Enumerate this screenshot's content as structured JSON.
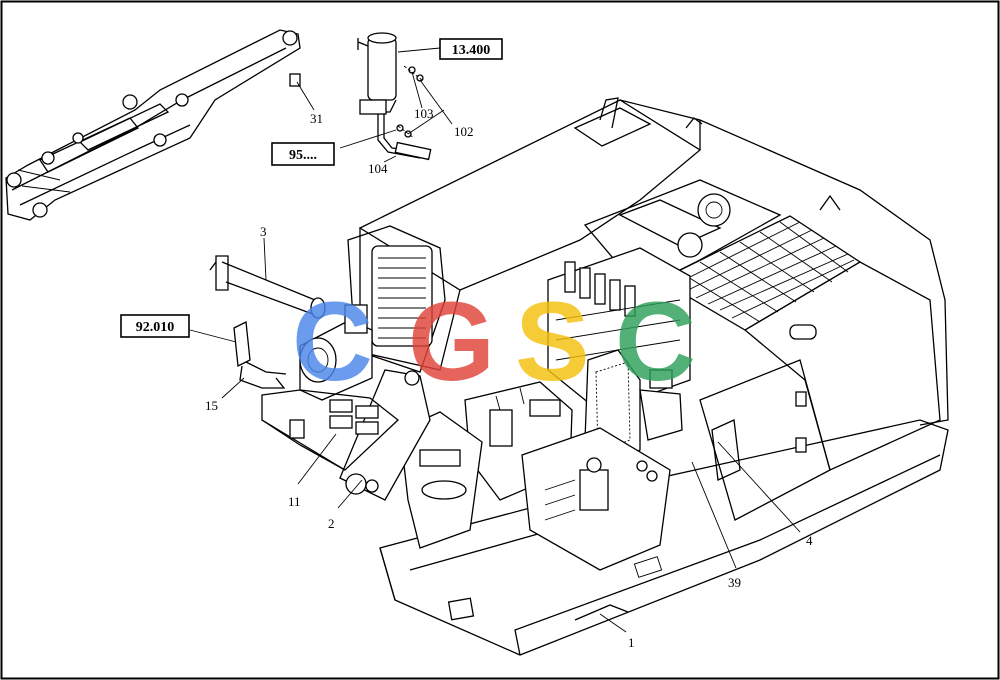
{
  "callouts": [
    {
      "id": "c31",
      "text": "31"
    },
    {
      "id": "c103",
      "text": "103"
    },
    {
      "id": "c102",
      "text": "102"
    },
    {
      "id": "c104",
      "text": "104"
    },
    {
      "id": "c3",
      "text": "3"
    },
    {
      "id": "c15",
      "text": "15"
    },
    {
      "id": "c11",
      "text": "11"
    },
    {
      "id": "c2",
      "text": "2"
    },
    {
      "id": "c4",
      "text": "4"
    },
    {
      "id": "c39",
      "text": "39"
    },
    {
      "id": "c1",
      "text": "1"
    }
  ],
  "references": [
    {
      "id": "r13400",
      "text": "13.400"
    },
    {
      "id": "r95",
      "text": "95...."
    },
    {
      "id": "r92010",
      "text": "92.010"
    }
  ],
  "watermark": {
    "letters": [
      "C",
      "G",
      "S",
      "C"
    ],
    "colors": [
      "#4a86e8",
      "#e0443a",
      "#f4c20d",
      "#2ea05a"
    ]
  }
}
